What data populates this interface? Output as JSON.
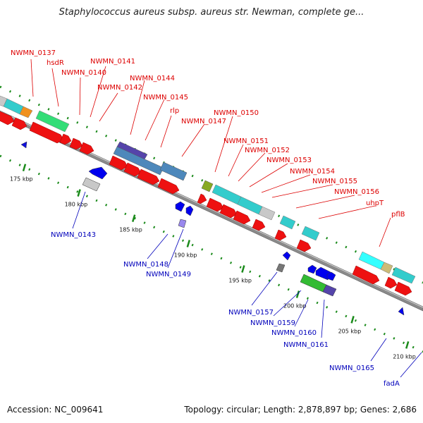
{
  "title": "Staphylococcus aureus subsp. aureus str. Newman, complete ge...",
  "footer": {
    "accession": "Accession: NC_009641",
    "stats": "Topology: circular; Length: 2,878,897 bp; Genes: 2,686"
  },
  "colors": {
    "forward_label": "#dd0000",
    "reverse_label": "#0000bb",
    "backbone": "#8a8a8a",
    "tick": "#1a8a1a"
  },
  "scale_ticks": [
    "175 kbp",
    "180 kbp",
    "185 kbp",
    "190 kbp",
    "195 kbp",
    "200 kbp",
    "205 kbp",
    "210 kbp"
  ],
  "forward_labels": [
    "NWMN_0137",
    "hsdR",
    "NWMN_0141",
    "NWMN_0140",
    "NWMN_0142",
    "NWMN_0144",
    "NWMN_0145",
    "rlp",
    "NWMN_0147",
    "NWMN_0150",
    "NWMN_0151",
    "NWMN_0152",
    "NWMN_0153",
    "NWMN_0154",
    "NWMN_0155",
    "NWMN_0156",
    "uhpT",
    "pflB"
  ],
  "reverse_labels": [
    "NWMN_0143",
    "NWMN_0148",
    "NWMN_0149",
    "NWMN_0157",
    "NWMN_0159",
    "NWMN_0160",
    "NWMN_0161",
    "NWMN_0165",
    "fadA"
  ]
}
